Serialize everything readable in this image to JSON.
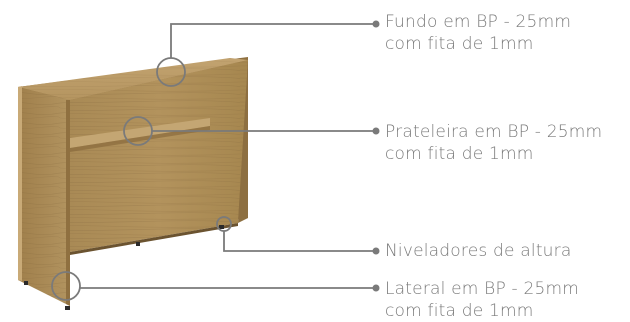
{
  "callouts": {
    "fundo": {
      "line1": "Fundo em BP - 25mm",
      "line2": "com fita de 1mm"
    },
    "prateleira": {
      "line1": "Prateleira em BP - 25mm",
      "line2": "com fita de 1mm"
    },
    "niveladores": {
      "line1": "Niveladores de altura"
    },
    "lateral": {
      "line1": "Lateral em BP - 25mm",
      "line2": "com fita de 1mm"
    }
  },
  "colors": {
    "wood_light": "#b0905a",
    "wood_mid": "#9e7f4c",
    "wood_dark": "#7d6238",
    "leader_line": "#7a7a7a",
    "text": "#7a7a7a"
  }
}
